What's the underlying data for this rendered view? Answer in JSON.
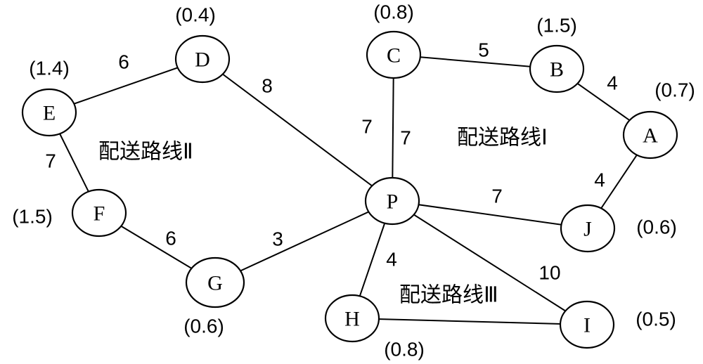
{
  "diagram": {
    "nodes": [
      {
        "id": "P",
        "label": "P",
        "demand": ""
      },
      {
        "id": "A",
        "label": "A",
        "demand": "(0.7)"
      },
      {
        "id": "B",
        "label": "B",
        "demand": "(1.5)"
      },
      {
        "id": "C",
        "label": "C",
        "demand": "(0.8)"
      },
      {
        "id": "D",
        "label": "D",
        "demand": "(0.4)"
      },
      {
        "id": "E",
        "label": "E",
        "demand": "(1.4)"
      },
      {
        "id": "F",
        "label": "F",
        "demand": "(1.5)"
      },
      {
        "id": "G",
        "label": "G",
        "demand": "(0.6)"
      },
      {
        "id": "H",
        "label": "H",
        "demand": "(0.8)"
      },
      {
        "id": "I",
        "label": "I",
        "demand": "(0.5)"
      },
      {
        "id": "J",
        "label": "J",
        "demand": "(0.6)"
      }
    ],
    "edges": [
      {
        "from": "C",
        "to": "B",
        "weight": "5"
      },
      {
        "from": "B",
        "to": "A",
        "weight": "4"
      },
      {
        "from": "A",
        "to": "J",
        "weight": "4"
      },
      {
        "from": "J",
        "to": "P",
        "weight": "7"
      },
      {
        "from": "P",
        "to": "C",
        "weight": "7"
      },
      {
        "from": "E",
        "to": "D",
        "weight": "6"
      },
      {
        "from": "D",
        "to": "P",
        "weight": "8"
      },
      {
        "from": "E",
        "to": "F",
        "weight": "7"
      },
      {
        "from": "F",
        "to": "G",
        "weight": "6"
      },
      {
        "from": "G",
        "to": "P",
        "weight": "3"
      },
      {
        "from": "P",
        "to": "H",
        "weight": "4"
      },
      {
        "from": "H",
        "to": "I",
        "weight": ""
      },
      {
        "from": "P",
        "to": "I",
        "weight": "10"
      }
    ],
    "extra_labels": [
      "7"
    ],
    "routes": [
      {
        "id": "route-1",
        "label": "配送路线Ⅰ"
      },
      {
        "id": "route-2",
        "label": "配送路线Ⅱ"
      },
      {
        "id": "route-3",
        "label": "配送路线Ⅲ"
      }
    ]
  }
}
